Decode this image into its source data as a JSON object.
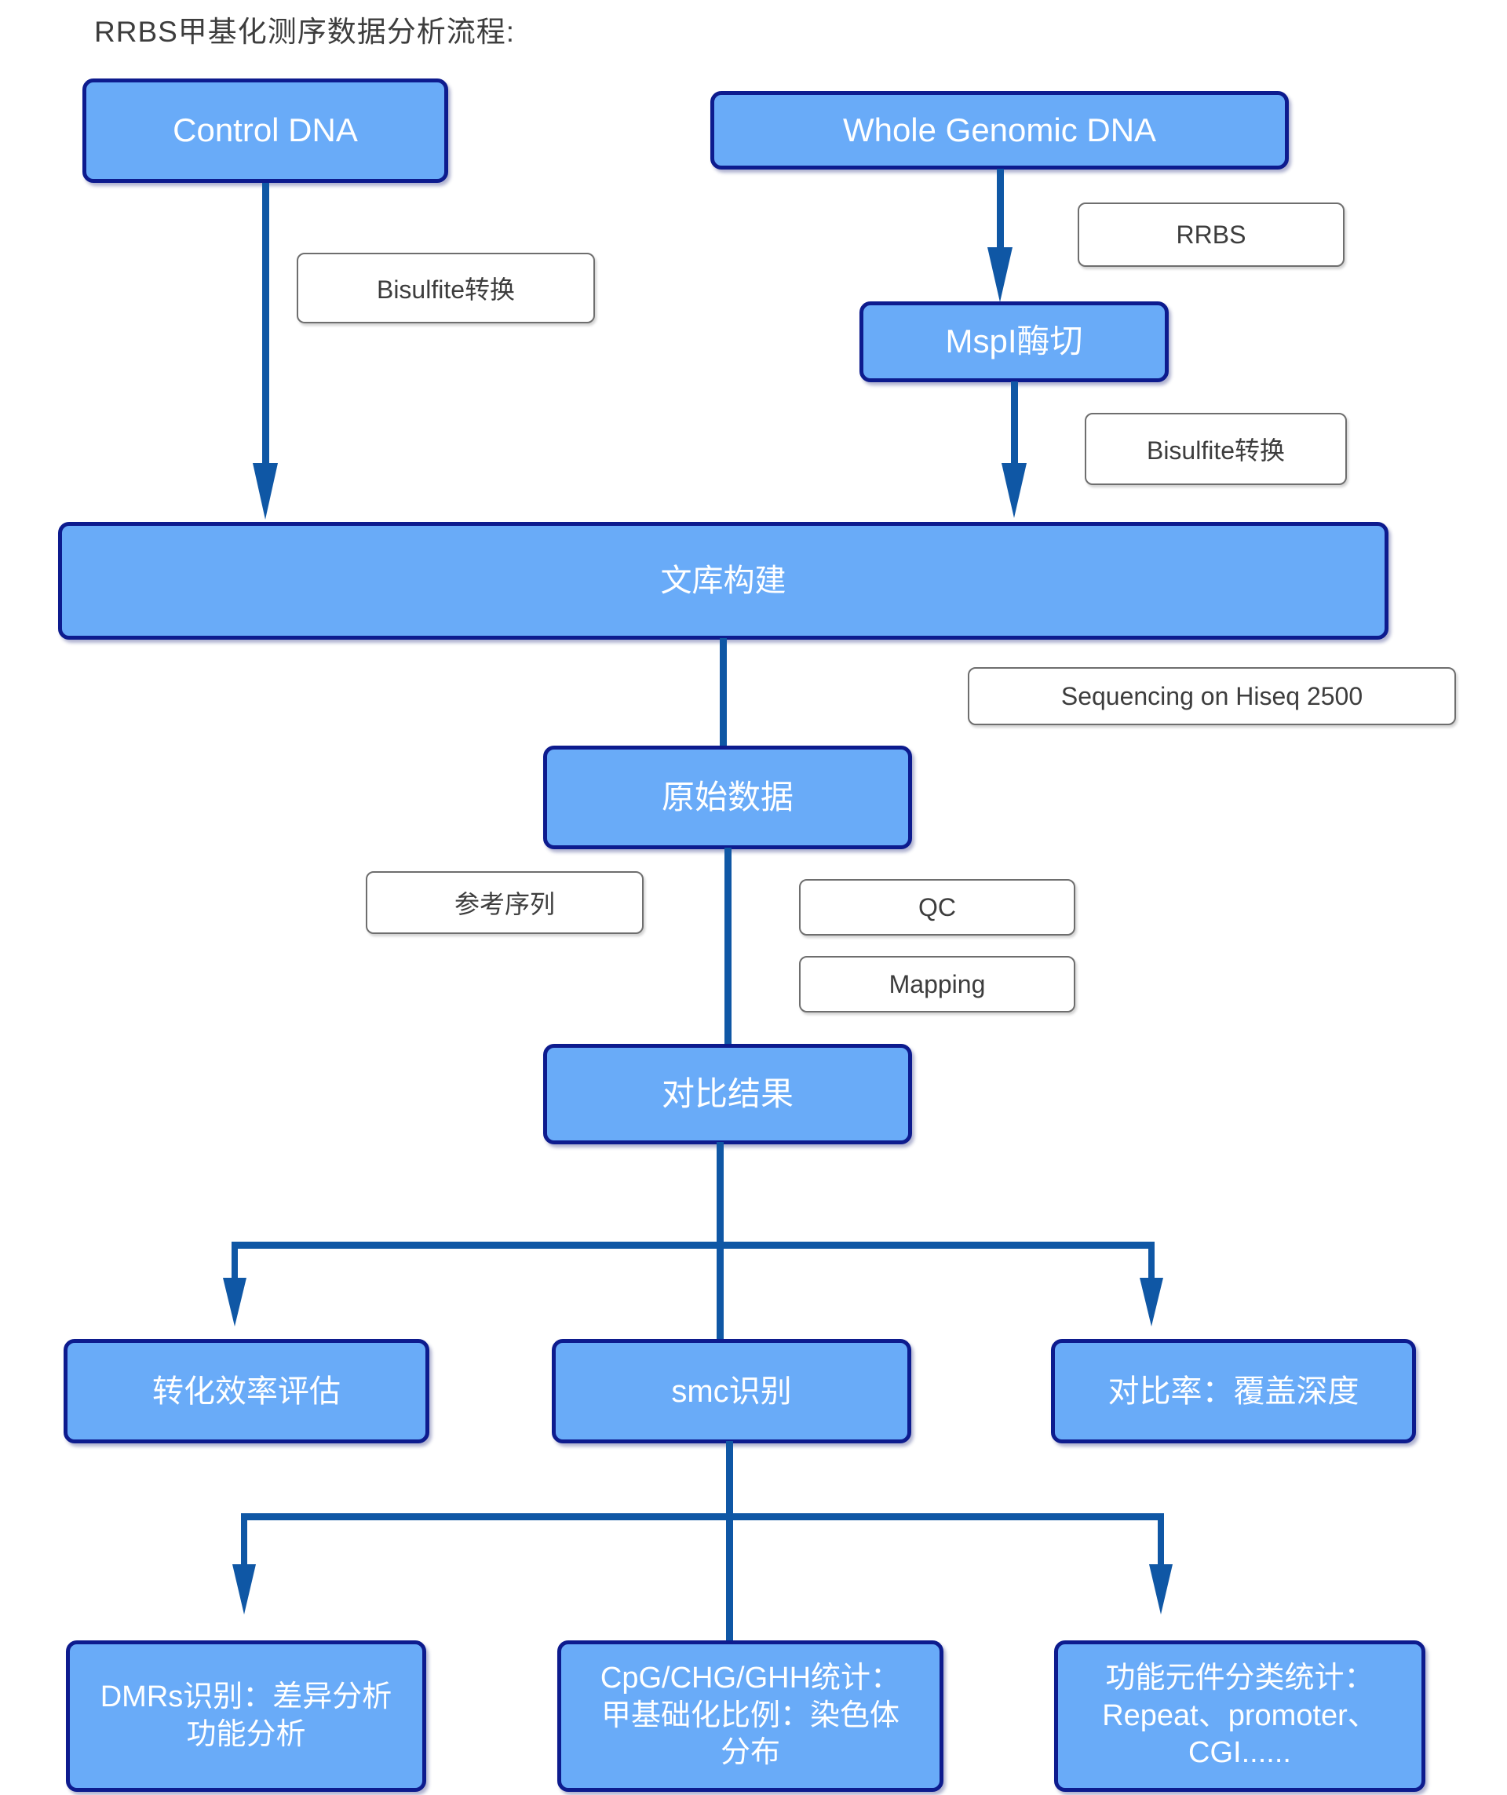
{
  "title": "RRBS甲基化测序数据分析流程:",
  "nodes": {
    "control_dna": "Control DNA",
    "whole_genomic_dna": "Whole Genomic DNA",
    "mspi_digest": "MspI酶切",
    "library_construction": "文库构建",
    "raw_data": "原始数据",
    "alignment_result": "对比结果",
    "conversion_efficiency": "转化效率评估",
    "smc_identification": "smc识别",
    "alignment_rate": "对比率：覆盖深度",
    "dmrs": "DMRs识别：差异分析\n功能分析",
    "cpg_stats": "CpG/CHG/GHH统计：\n甲基础化比例：染色体\n分布",
    "functional_elements": "功能元件分类统计：\nRepeat、promoter、\nCGI......"
  },
  "labels": {
    "bisulfite_conversion_left": "Bisulfite转换",
    "rrbs": "RRBS",
    "bisulfite_conversion_right": "Bisulfite转换",
    "sequencing": "Sequencing on Hiseq 2500",
    "reference_sequence": "参考序列",
    "qc": "QC",
    "mapping": "Mapping"
  },
  "colors": {
    "node_fill": "#69abf8",
    "node_border": "#0d1b8e",
    "node_text": "#ffffff",
    "connector": "#0f57a5",
    "label_border": "#6e6e6e",
    "label_text": "#3d3d3d",
    "title_text": "#3d3d3d",
    "background": "#ffffff"
  }
}
